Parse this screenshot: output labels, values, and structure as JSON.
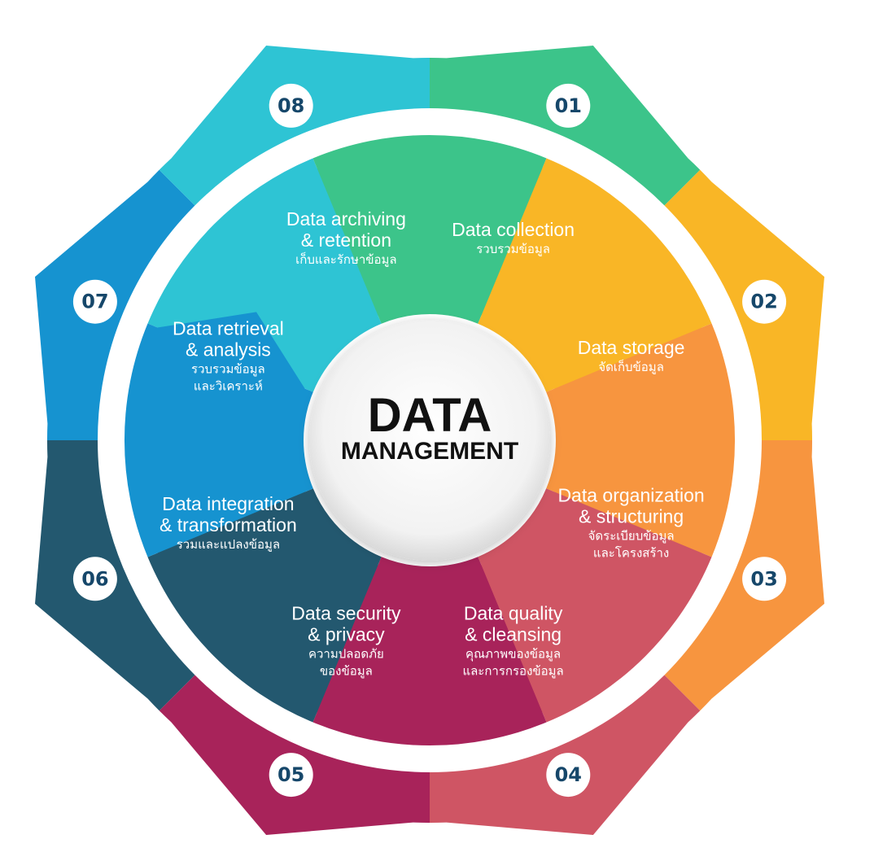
{
  "center": {
    "line1": "DATA",
    "line2": "MANAGEMENT"
  },
  "segments": [
    {
      "number": "01",
      "title": [
        "Data collection"
      ],
      "subtitle": [
        "รวบรวมข้อมูล"
      ],
      "color": "#3cc48a"
    },
    {
      "number": "02",
      "title": [
        "Data storage"
      ],
      "subtitle": [
        "จัดเก็บข้อมูล"
      ],
      "color": "#f9b626"
    },
    {
      "number": "03",
      "title": [
        "Data organization",
        "& structuring"
      ],
      "subtitle": [
        "จัดระเบียบข้อมูล",
        "และโครงสร้าง"
      ],
      "color": "#f7953f"
    },
    {
      "number": "04",
      "title": [
        "Data quality",
        "& cleansing"
      ],
      "subtitle": [
        "คุณภาพของข้อมูล",
        "และการกรองข้อมูล"
      ],
      "color": "#cf5564"
    },
    {
      "number": "05",
      "title": [
        "Data security",
        "& privacy"
      ],
      "subtitle": [
        "ความปลอดภัย",
        "ของข้อมูล"
      ],
      "color": "#a8235a"
    },
    {
      "number": "06",
      "title": [
        "Data integration",
        "& transformation"
      ],
      "subtitle": [
        "รวมและแปลงข้อมูล"
      ],
      "color": "#23586f"
    },
    {
      "number": "07",
      "title": [
        "Data retrieval",
        "& analysis"
      ],
      "subtitle": [
        "รวบรวมข้อมูล",
        "และวิเคราะห์"
      ],
      "color": "#1693d0"
    },
    {
      "number": "08",
      "title": [
        "Data archiving",
        "& retention"
      ],
      "subtitle": [
        "เก็บและรักษาข้อมูล"
      ],
      "color": "#2ec4d4"
    }
  ]
}
